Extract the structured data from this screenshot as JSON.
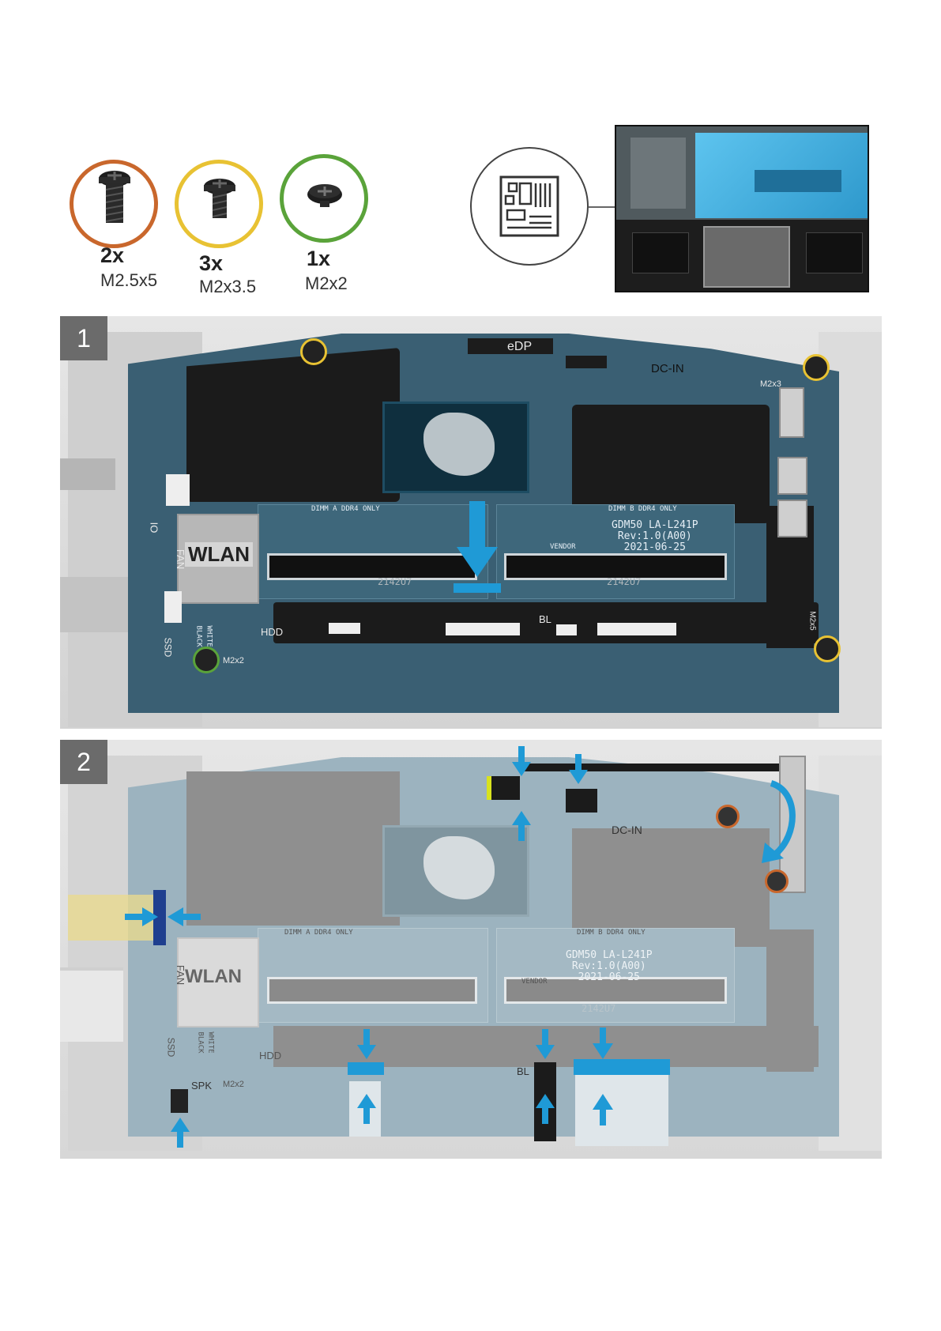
{
  "screws": [
    {
      "qty": "2x",
      "size": "M2.5x5",
      "ring_color": "#c9672c",
      "icon": "screw-m2-5x5-icon"
    },
    {
      "qty": "3x",
      "size": "M2x3.5",
      "ring_color": "#e8c233",
      "icon": "screw-m2x3-5-icon"
    },
    {
      "qty": "1x",
      "size": "M2x2",
      "ring_color": "#5aa33a",
      "icon": "screw-m2x2-icon"
    }
  ],
  "locator": {
    "icon": "motherboard-icon",
    "highlight_color": "#4ec3ff"
  },
  "steps": [
    {
      "number": "1",
      "labels": {
        "edp": "eDP",
        "dcin": "DC-IN",
        "m2x3": "M2x3",
        "m2x5": "M2x5",
        "wlan": "WLAN",
        "fan": "FAN",
        "io": "IO",
        "ssd": "SSD",
        "hdd": "HDD",
        "bl": "BL",
        "m2x2": "M2x2",
        "white_black": "WHITE\nBLACK",
        "dimm_a": "DIMM A DDR4 ONLY",
        "dimm_b": "DIMM B DDR4 ONLY",
        "silk": "GDM50 LA-L241P\nRev:1.0(A00)\n2021-06-25",
        "vendor": "VENDOR",
        "code_a": "2142U7",
        "code_b": "2142U7"
      }
    },
    {
      "number": "2",
      "labels": {
        "dcin": "DC-IN",
        "wlan": "WLAN",
        "fan": "FAN",
        "ssd": "SSD",
        "spk": "SPK",
        "hdd": "HDD",
        "bl": "BL",
        "m2x2": "M2x2",
        "white_black": "WHITE\nBLACK",
        "dimm_a": "DIMM A DDR4 ONLY",
        "dimm_b": "DIMM B DDR4 ONLY",
        "silk": "GDM50 LA-L241P\nRev:1.0(A00)\n2021-06-25",
        "vendor": "VENDOR",
        "code_b": "2142U7"
      }
    }
  ],
  "colors": {
    "arrow": "#1f9ad6",
    "board": "#365b6f",
    "board_light": "#8ea6b4",
    "shield": "#1e1e1e",
    "chassis": "#cfcfcf"
  }
}
